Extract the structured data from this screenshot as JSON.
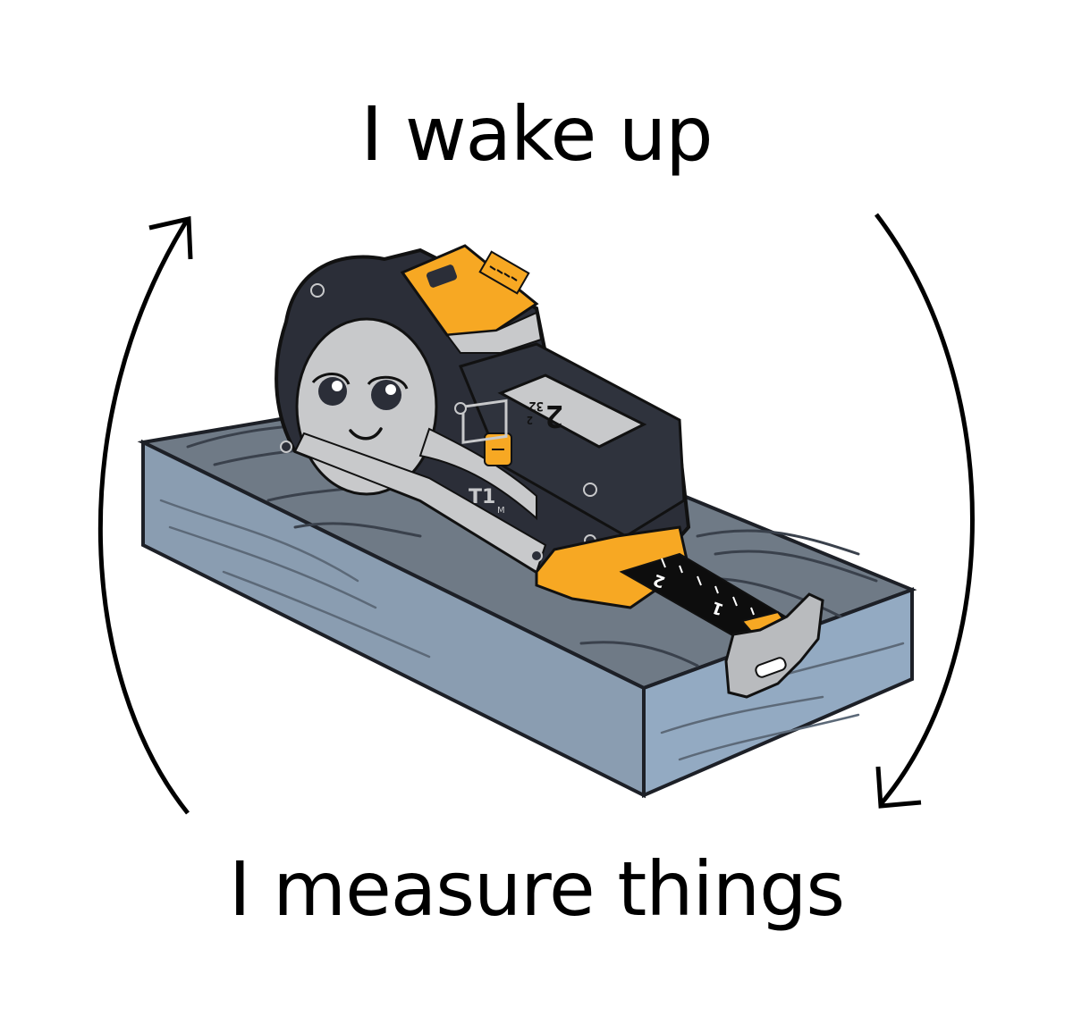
{
  "captions": {
    "top": "I wake up",
    "bottom": "I measure things"
  },
  "device": {
    "model_label": "T1",
    "model_suffix": "M",
    "display_reading": "2",
    "display_fraction": "32",
    "display_small": "2",
    "tape_numbers": [
      "2",
      "1"
    ]
  },
  "colors": {
    "body": "#2b2e38",
    "accent": "#f7a823",
    "face": "#c8c9cb",
    "wood": "#6f7a86",
    "wood_side": "#8ea4ba",
    "tape": "#0d0d0d",
    "hook": "#b9bbbe"
  },
  "icons": [
    "cycle-arrow-left-icon",
    "cycle-arrow-right-icon",
    "ruler-icon",
    "link-icon"
  ]
}
